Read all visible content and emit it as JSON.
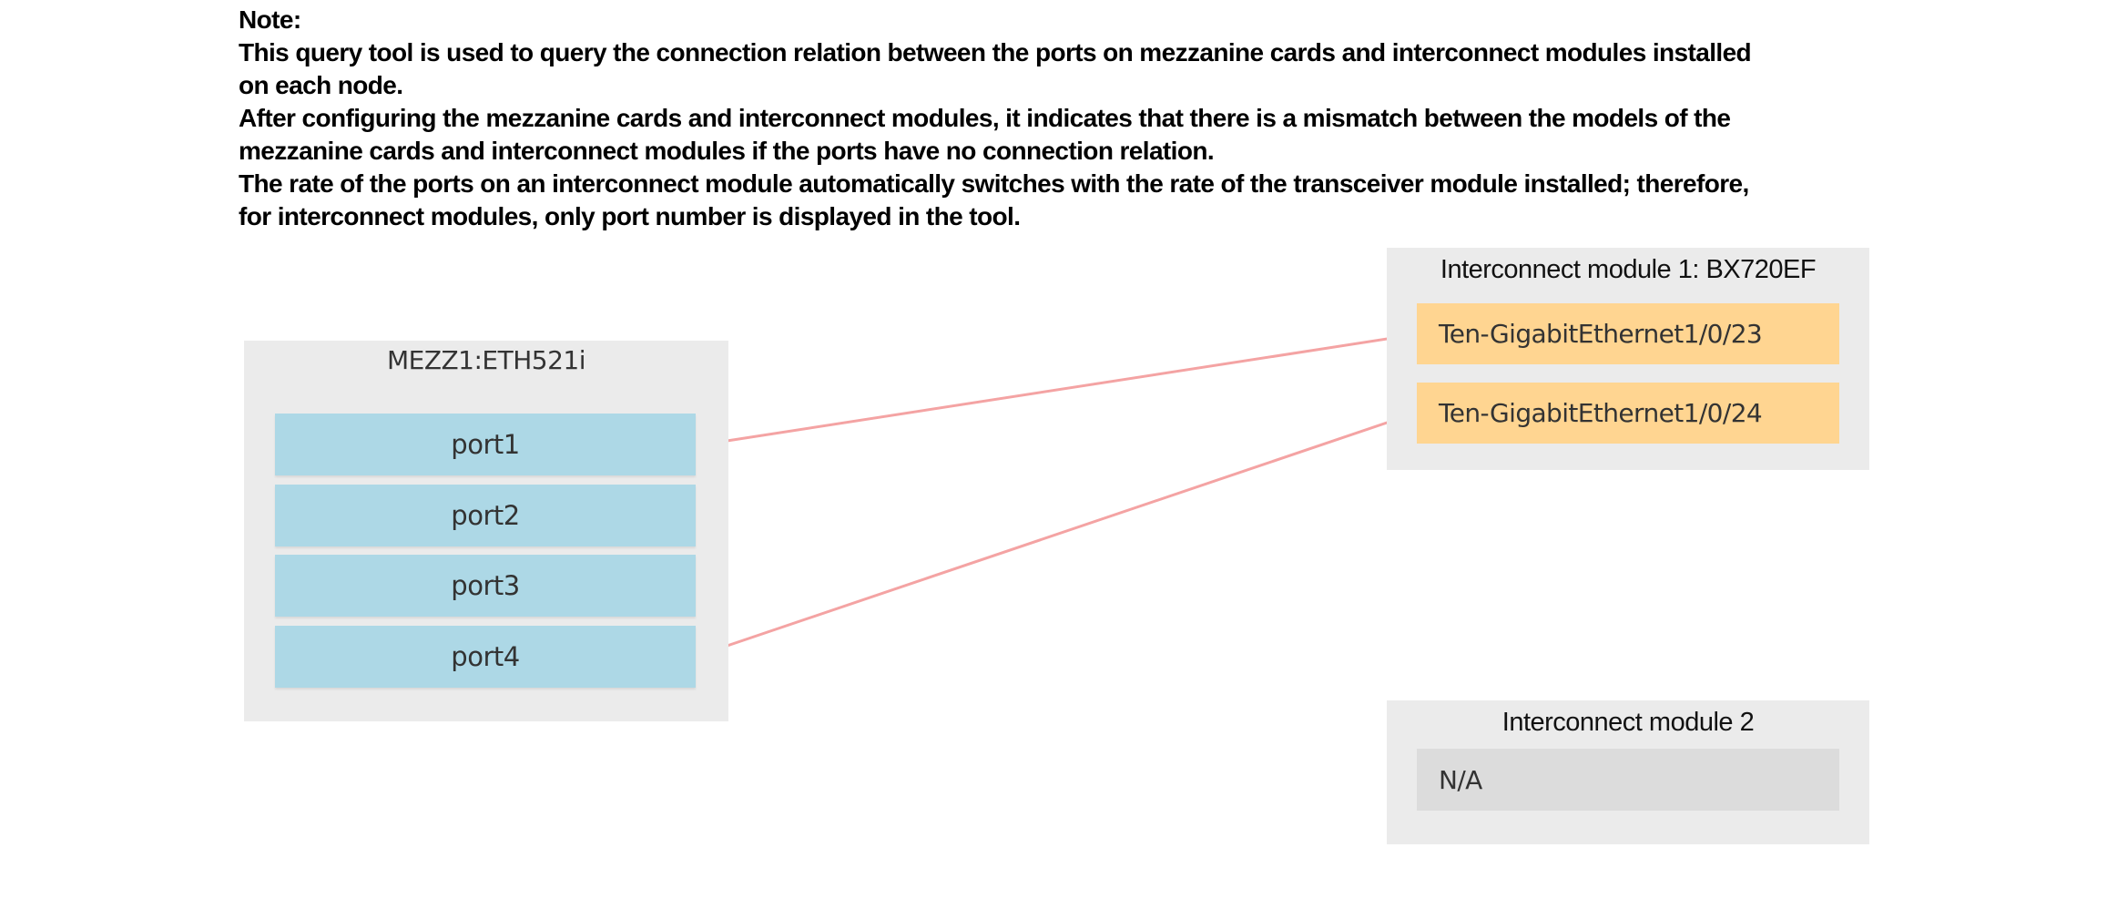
{
  "note": {
    "heading": "Note:",
    "lines": [
      "This query tool is used to query the connection relation between the ports on mezzanine cards and interconnect modules installed",
      "on each node.",
      "After configuring the mezzanine cards and interconnect modules, it indicates that there is a mismatch between the models of the",
      "mezzanine cards and interconnect modules if the ports have no connection relation.",
      "The rate of the ports on an interconnect module automatically switches with the rate of the transceiver module installed; therefore,",
      "for interconnect modules, only port number is displayed in the tool."
    ]
  },
  "mezz": {
    "title": "MEZZ1:ETH521i",
    "ports": [
      "port1",
      "port2",
      "port3",
      "port4"
    ]
  },
  "interconnect1": {
    "title": "Interconnect module 1: BX720EF",
    "ports": [
      "Ten-GigabitEthernet1/0/23",
      "Ten-GigabitEthernet1/0/24"
    ]
  },
  "interconnect2": {
    "title": "Interconnect module 2",
    "ports": [
      "N/A"
    ]
  },
  "connections": [
    {
      "from": "port1",
      "to": "Ten-GigabitEthernet1/0/23"
    },
    {
      "from": "port4",
      "to": "Ten-GigabitEthernet1/0/24"
    }
  ],
  "colors": {
    "mezz_port": "#add8e6",
    "ic_port": "#ffd591",
    "ic_port_empty": "#dcdcdc",
    "panel": "#ebebeb",
    "link": "#f4a3a3"
  }
}
